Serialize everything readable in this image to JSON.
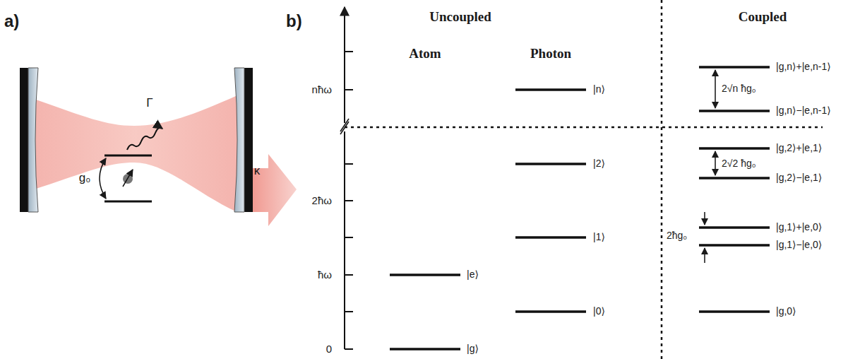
{
  "diagram": {
    "labels": [
      "a)",
      "b)",
      "Γ",
      "g₀",
      "κ",
      "Uncoupled",
      "Coupled",
      "Atom",
      "Photon",
      "nħω",
      "2ħω",
      "ħω",
      "0",
      "|e⟩",
      "|g⟩",
      "|n⟩",
      "|2⟩",
      "|1⟩",
      "|0⟩",
      "|g,n⟩+|e,n-1⟩",
      "2√n ħg₀",
      "|g,n⟩−|e,n-1⟩",
      "|g,2⟩+|e,1⟩",
      "2√2 ħg₀",
      "|g,2⟩−|e,1⟩",
      "2ħg₀",
      "|g,1⟩+|e,0⟩",
      "|g,1⟩−|e,0⟩",
      "|g,0⟩"
    ]
  }
}
